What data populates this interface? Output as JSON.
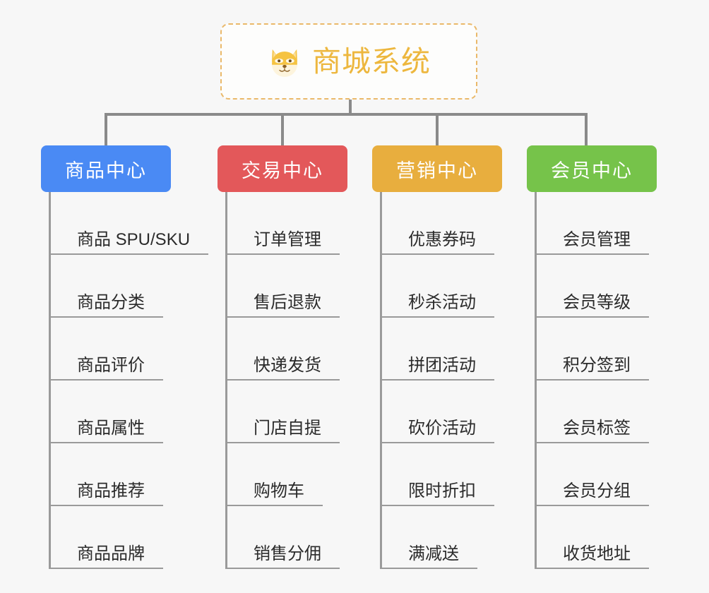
{
  "canvas": {
    "background": "#f7f7f7"
  },
  "root": {
    "icon": "dog-face-emoji",
    "title": "商城系统",
    "border_color": "#eab96a",
    "text_color": "#edb73e"
  },
  "connector": {
    "color": "#8a8a8a"
  },
  "columns": [
    {
      "id": "product-center",
      "title": "商品中心",
      "color": "#4a8af4",
      "items": [
        "商品 SPU/SKU",
        "商品分类",
        "商品评价",
        "商品属性",
        "商品推荐",
        "商品品牌"
      ]
    },
    {
      "id": "trade-center",
      "title": "交易中心",
      "color": "#e3585a",
      "items": [
        "订单管理",
        "售后退款",
        "快递发货",
        "门店自提",
        "购物车",
        "销售分佣"
      ]
    },
    {
      "id": "marketing-center",
      "title": "营销中心",
      "color": "#e8ae3e",
      "items": [
        "优惠券码",
        "秒杀活动",
        "拼团活动",
        "砍价活动",
        "限时折扣",
        "满减送"
      ]
    },
    {
      "id": "member-center",
      "title": "会员中心",
      "color": "#76c34a",
      "items": [
        "会员管理",
        "会员等级",
        "积分签到",
        "会员标签",
        "会员分组",
        "收货地址"
      ]
    }
  ]
}
